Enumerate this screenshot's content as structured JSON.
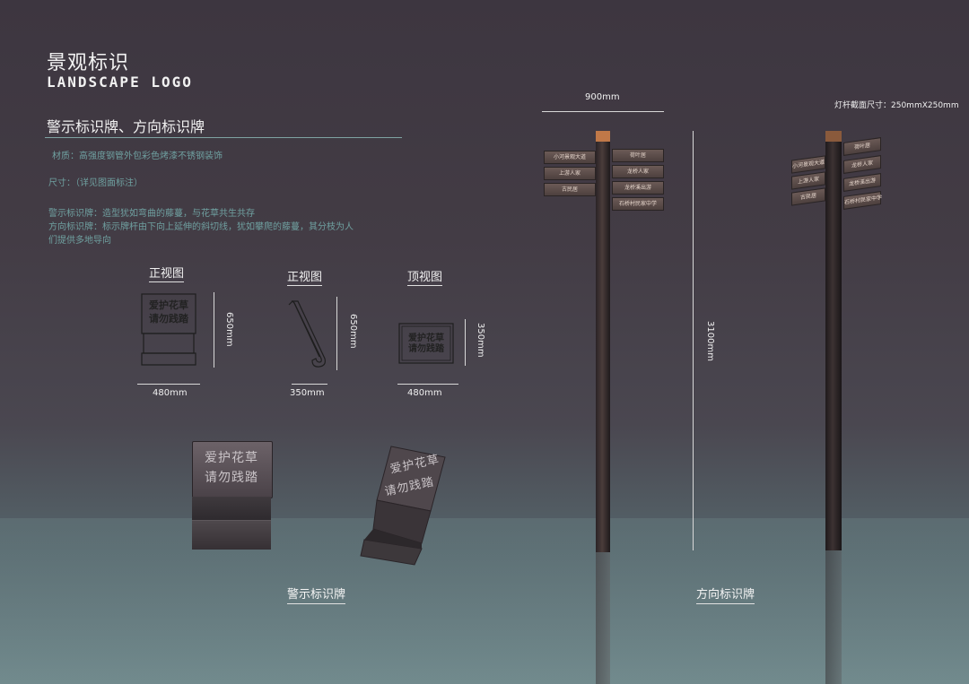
{
  "header": {
    "title_cn": "景观标识",
    "title_en": "LANDSCAPE LOGO"
  },
  "section": {
    "title": "警示标识牌、方向标识牌",
    "material": "材质：高强度钢管外包彩色烤漆不锈钢装饰",
    "size": "尺寸：（详见图面标注）",
    "desc_warning": "警示标识牌：造型犹如弯曲的藤蔓，与花草共生共存",
    "desc_direction_1": "方向标识牌：标示牌杆由下向上延伸的斜切线，犹如攀爬的藤蔓，其分枝为人",
    "desc_direction_2": "们提供多地导向"
  },
  "views": {
    "front_title": "正视图",
    "side_title": "正视图",
    "top_title": "顶视图",
    "front_width": "480mm",
    "front_height": "650mm",
    "side_width": "350mm",
    "side_height": "650mm",
    "top_width": "480mm",
    "top_height": "350mm",
    "sign_line1": "爱护花草",
    "sign_line2": "请勿践踏"
  },
  "render": {
    "sign_line1": "爱护花草",
    "sign_line2": "请勿践踏",
    "warning_caption": "警示标识牌",
    "direction_caption": "方向标识牌"
  },
  "post": {
    "width_dim": "900mm",
    "height_dim": "3100mm",
    "section_spec": "灯杆截面尺寸：250mmX250mm",
    "blades_left": [
      "小河景观大道",
      "上游人家",
      "古民居"
    ],
    "blades_right": [
      "荷叶居",
      "龙桥人家",
      "龙桥溪出游",
      "石桥村民家中学"
    ],
    "blades_far_left": [
      "小河景观大道",
      "上游人家",
      "古民居"
    ],
    "blades_far_right": [
      "荷叶居",
      "龙桥人家",
      "龙桥溪出游",
      "石桥村民家中学"
    ]
  }
}
